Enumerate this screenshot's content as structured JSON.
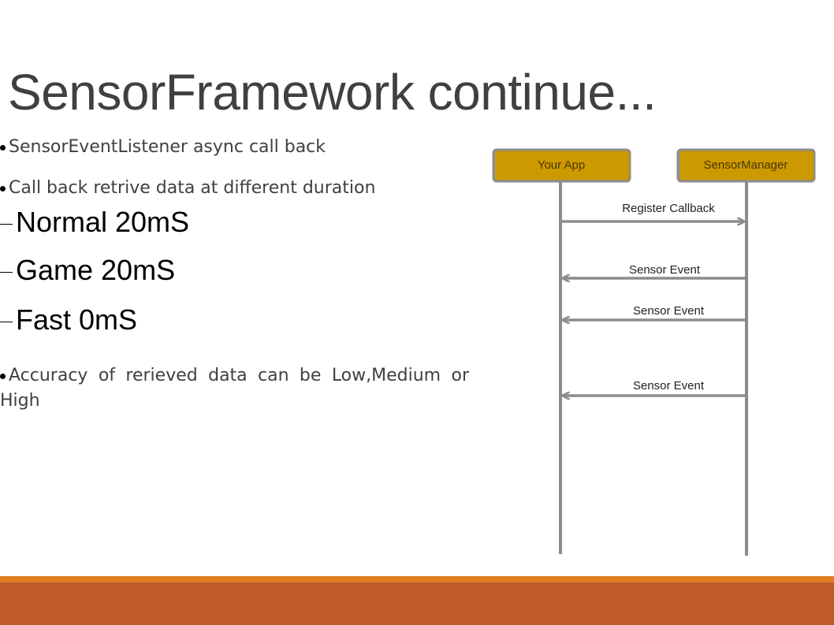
{
  "slide": {
    "title": "SensorFramework continue...",
    "bullets": [
      "SensorEventListener async call back",
      "Call back retrive data at different duration"
    ],
    "subitems": [
      "Normal 20mS",
      "Game 20mS",
      "Fast 0mS"
    ],
    "bullet_last": "Accuracy of rerieved data can be Low,Medium or High"
  },
  "diagram": {
    "participants": [
      "Your App",
      "SensorManager"
    ],
    "messages": [
      {
        "label": "Register Callback",
        "from": "Your App",
        "to": "SensorManager"
      },
      {
        "label": "Sensor Event",
        "from": "SensorManager",
        "to": "Your App"
      },
      {
        "label": "Sensor Event",
        "from": "SensorManager",
        "to": "Your App"
      },
      {
        "label": "Sensor Event",
        "from": "SensorManager",
        "to": "Your App"
      }
    ],
    "colors": {
      "participant_fill": "#cc9900",
      "participant_border": "#8c8c8c",
      "lifeline": "#8c8c8c",
      "footer_stripe": "#e07b22",
      "footer_bar": "#bf5a2a"
    }
  }
}
